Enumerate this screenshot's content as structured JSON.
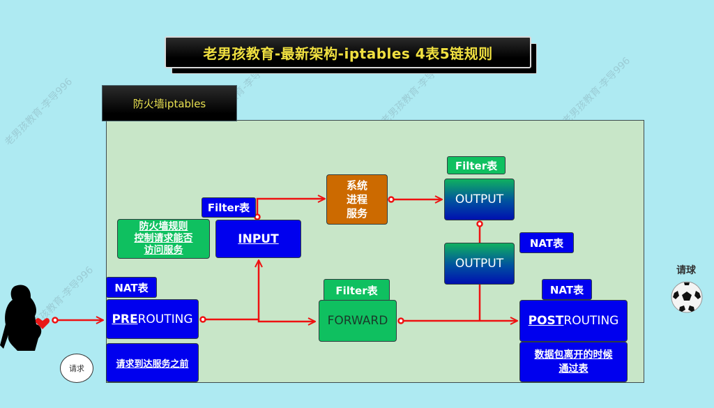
{
  "title": "老男孩教育-最新架构-iptables 4表5链规则",
  "firewall_tab": "防火墙iptables",
  "watermark": "老男孩教育-李导996",
  "note_box": {
    "lines": [
      "防火墙规则",
      "控制请求能否",
      "访问服务"
    ]
  },
  "nodes": {
    "input": {
      "table": "Filter表",
      "chain": "INPUT"
    },
    "process": {
      "lines": [
        "系统",
        "进程",
        "服务"
      ]
    },
    "output_filter": {
      "table": "Filter表",
      "chain": "OUTPUT"
    },
    "output_nat": {
      "table": "NAT表",
      "chain": "OUTPUT"
    },
    "prerouting": {
      "table": "NAT表",
      "chain_prefix": "PRE",
      "chain_suffix": "ROUTING",
      "desc": "请求到达服务之前"
    },
    "forward": {
      "table": "Filter表",
      "chain": "FORWARD"
    },
    "postrouting": {
      "table": "NAT表",
      "chain_prefix": "POST",
      "chain_suffix": "ROUTING",
      "desc_lines": [
        "数据包离开的时候",
        "通过表"
      ]
    }
  },
  "request_label": "请求",
  "ball_label": "请球",
  "colors": {
    "background": "#aeeaf2",
    "panel": "#c8e6c8",
    "chain_blue": "#0000ee",
    "table_green": "#0fc060",
    "process_orange": "#cc6a00",
    "arrow_red": "#ee1111",
    "title_text": "#f0e040"
  }
}
